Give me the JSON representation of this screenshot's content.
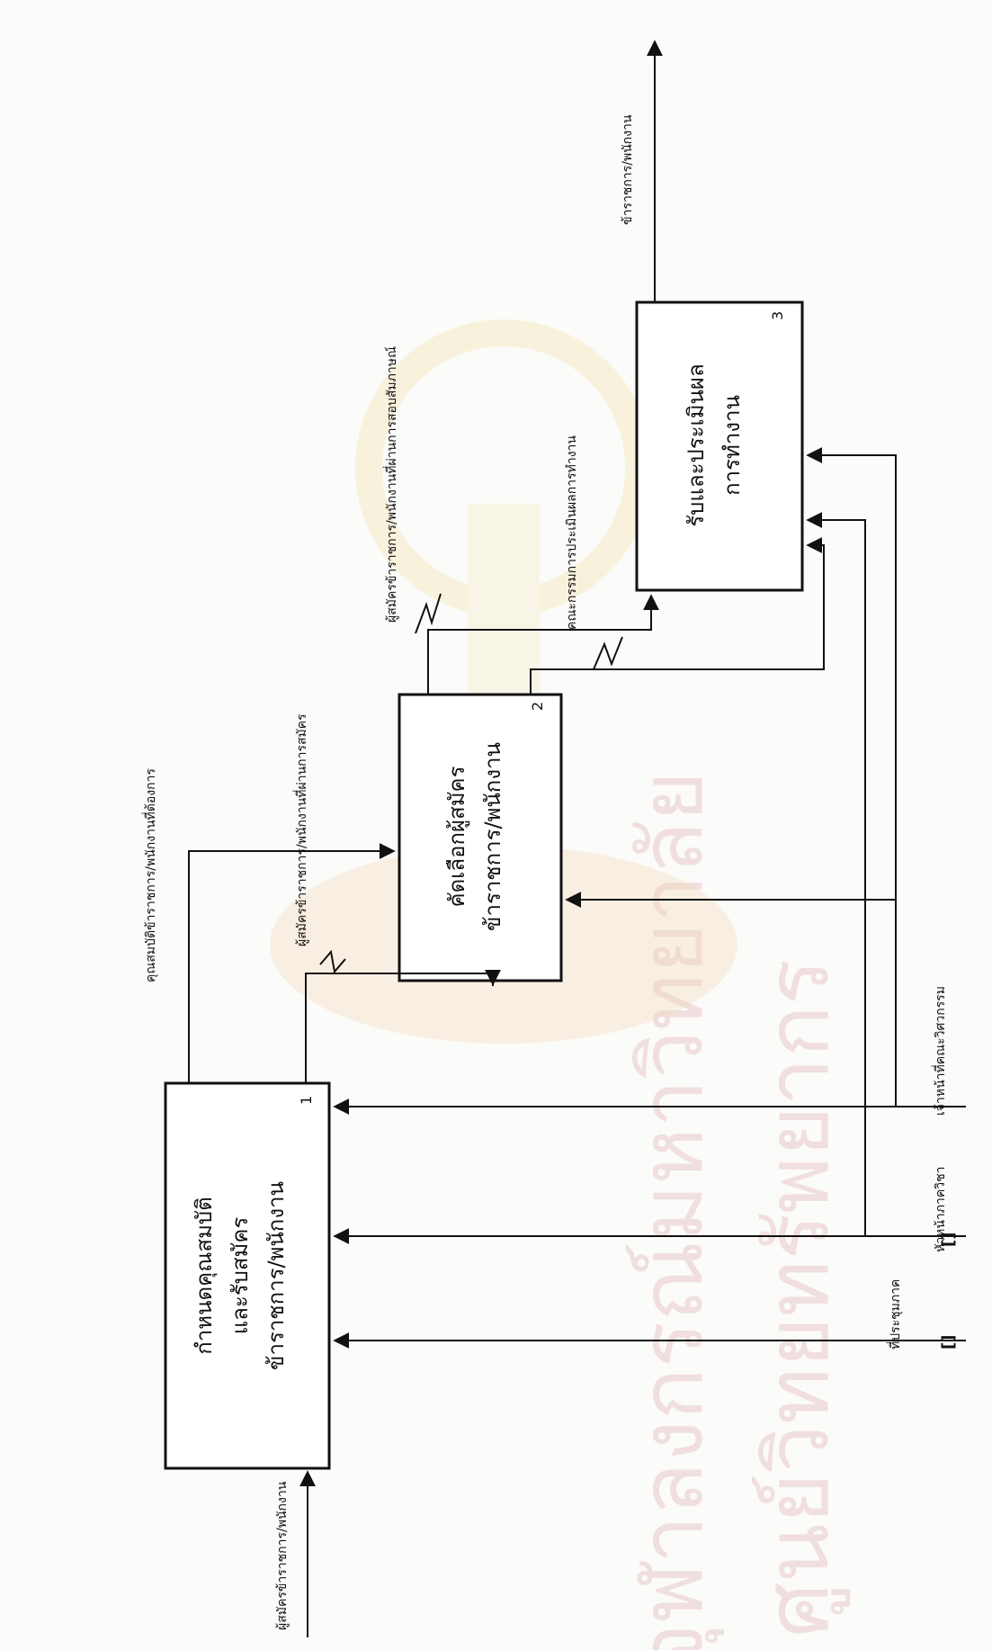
{
  "watermark": {
    "line1": "ศูนย์วิทยทรัพยากร",
    "line2": "จุฬาลงกรณ์มหาวิทยาลัย"
  },
  "activities": [
    {
      "number": "1",
      "lines": [
        "กำหนดคุณสมบัติ",
        "และรับสมัคร",
        "ข้าราชการ/พนักงาน"
      ]
    },
    {
      "number": "2",
      "lines": [
        "คัดเลือกผู้สมัคร",
        "ข้าราชการ/พนักงาน"
      ]
    },
    {
      "number": "3",
      "lines": [
        "รับและประเมินผล",
        "การทำงาน"
      ]
    }
  ],
  "arrows": {
    "input_applicants": "ผู้สมัครข้าราชการ/พนักงาน",
    "qualifications": "คุณสมบัติข้าราชการ/พนักงานที่ต้องการ",
    "passed_application": "ผู้สมัครข้าราชการ/พนักงานที่ผ่านการสมัคร",
    "passed_interview": "ผู้สมัครข้าราชการ/พนักงานที่ผ่านการสอบสัมภาษณ์",
    "evaluation_committee": "คณะกรรมการประเมินผลการทำงาน",
    "output_staff": "ข้าราชการ/พนักงาน",
    "department_meeting": "ที่ประชุมภาค",
    "department_head": "หัวหน้าภาควิชา",
    "ethics_officer": "เจ้าหน้าที่คณะวิศวกรรม"
  },
  "tunnel_marks": [
    "[]",
    "[]"
  ]
}
